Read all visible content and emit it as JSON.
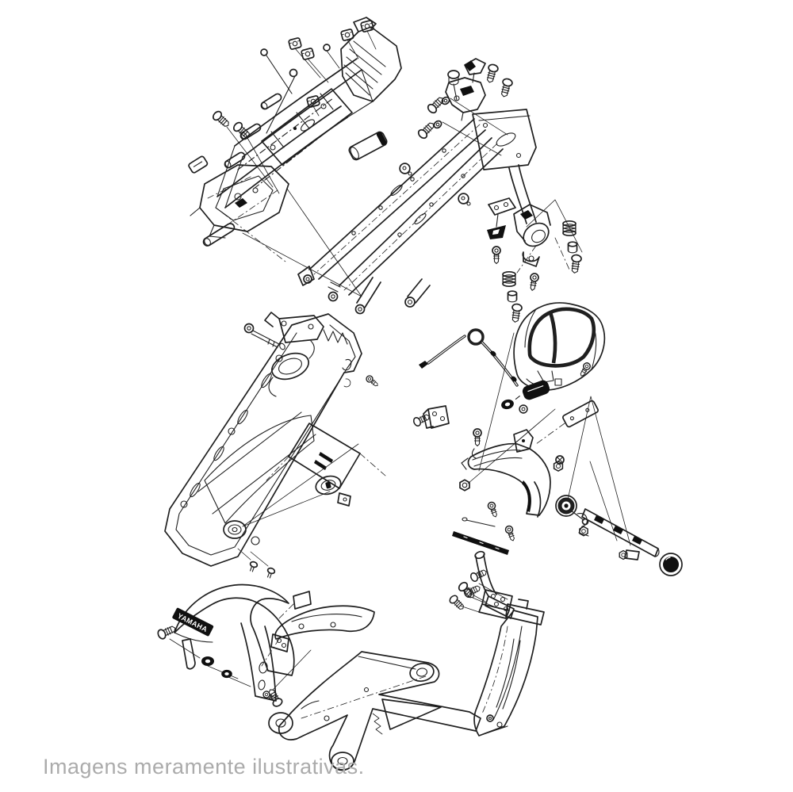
{
  "page": {
    "background_color": "#ffffff",
    "watermark": "Imagens meramente ilustrativas."
  },
  "colors": {
    "paper": "#ffffff",
    "line": "#1f1f1f",
    "dark-fill": "#101010",
    "watermark": "#ababab",
    "logo-text": "#ffffff"
  },
  "diagram": {
    "kind": "exploded-parts-line-drawing",
    "fender_logo": "YAMAHA",
    "clusters": [
      "rear-fender-bracket-assembly",
      "subframe-rails-assembly",
      "inner-fender-tray",
      "seat-cowl-and-lock-cable",
      "rear-mudguard-assembly",
      "reflector-stay-assembly",
      "lower-pipe-bracket",
      "front-fender",
      "swingarm-and-frame-pillar"
    ]
  }
}
